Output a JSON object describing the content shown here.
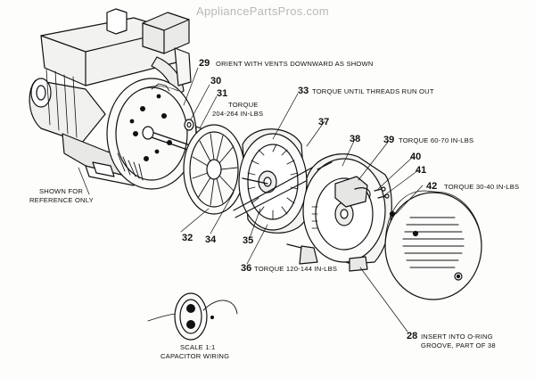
{
  "watermark": "AppliancePartsPros.com",
  "callouts": {
    "p29": {
      "num": "29",
      "text": "ORIENT WITH VENTS DOWNWARD AS SHOWN"
    },
    "p30": {
      "num": "30"
    },
    "p31": {
      "num": "31",
      "text1": "TORQUE",
      "text2": "204-264 IN-LBS"
    },
    "p32": {
      "num": "32"
    },
    "p33": {
      "num": "33",
      "text": "TORQUE UNTIL THREADS RUN OUT"
    },
    "p34": {
      "num": "34"
    },
    "p35": {
      "num": "35"
    },
    "p36": {
      "num": "36",
      "text": "TORQUE 120-144 IN-LBS"
    },
    "p37": {
      "num": "37"
    },
    "p38": {
      "num": "38"
    },
    "p39": {
      "num": "39",
      "text": "TORQUE 60-70 IN-LBS"
    },
    "p40": {
      "num": "40"
    },
    "p41": {
      "num": "41"
    },
    "p42": {
      "num": "42",
      "text": "TORQUE 30-40 IN-LBS"
    },
    "p28": {
      "num": "28",
      "text1": "INSERT INTO O-RING",
      "text2": "GROOVE, PART OF 38"
    }
  },
  "reference_note": {
    "line1": "SHOWN FOR",
    "line2": "REFERENCE ONLY"
  },
  "capacitor_note": {
    "line1": "SCALE 1:1",
    "line2": "CAPACITOR WIRING"
  }
}
